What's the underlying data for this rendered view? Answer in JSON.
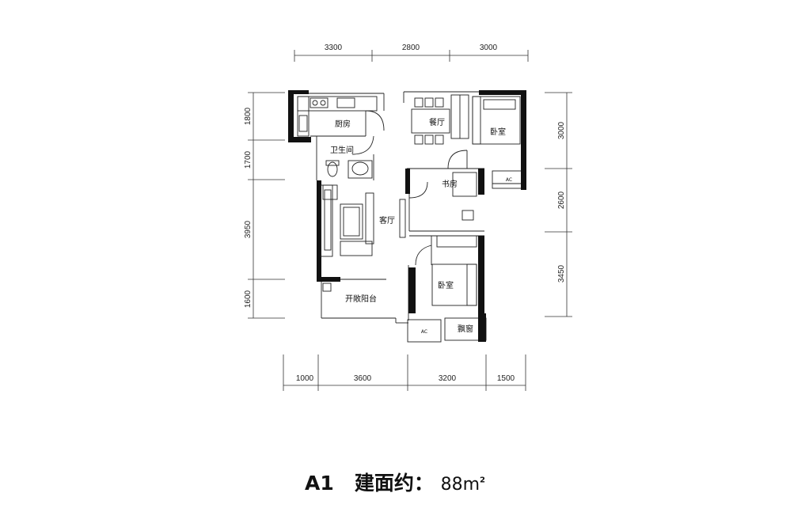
{
  "dimensions": {
    "top": [
      "3300",
      "2800",
      "3000"
    ],
    "bottom": [
      "1000",
      "3600",
      "3200",
      "1500"
    ],
    "left": [
      "1800",
      "1700",
      "3950",
      "1600"
    ],
    "right": [
      "3000",
      "2600",
      "3450"
    ]
  },
  "rooms": {
    "kitchen": "厨房",
    "dining": "餐厅",
    "bedroom_master": "卧室",
    "bathroom": "卫生间",
    "study": "书房",
    "living": "客厅",
    "bedroom_second": "卧室",
    "balcony": "开敞阳台",
    "bay_window": "飘窗"
  },
  "ac_label": "AC",
  "caption": {
    "model": "A1",
    "area_label": "建面约：",
    "area_value": "88",
    "unit": "m",
    "unit_sup": "2"
  }
}
